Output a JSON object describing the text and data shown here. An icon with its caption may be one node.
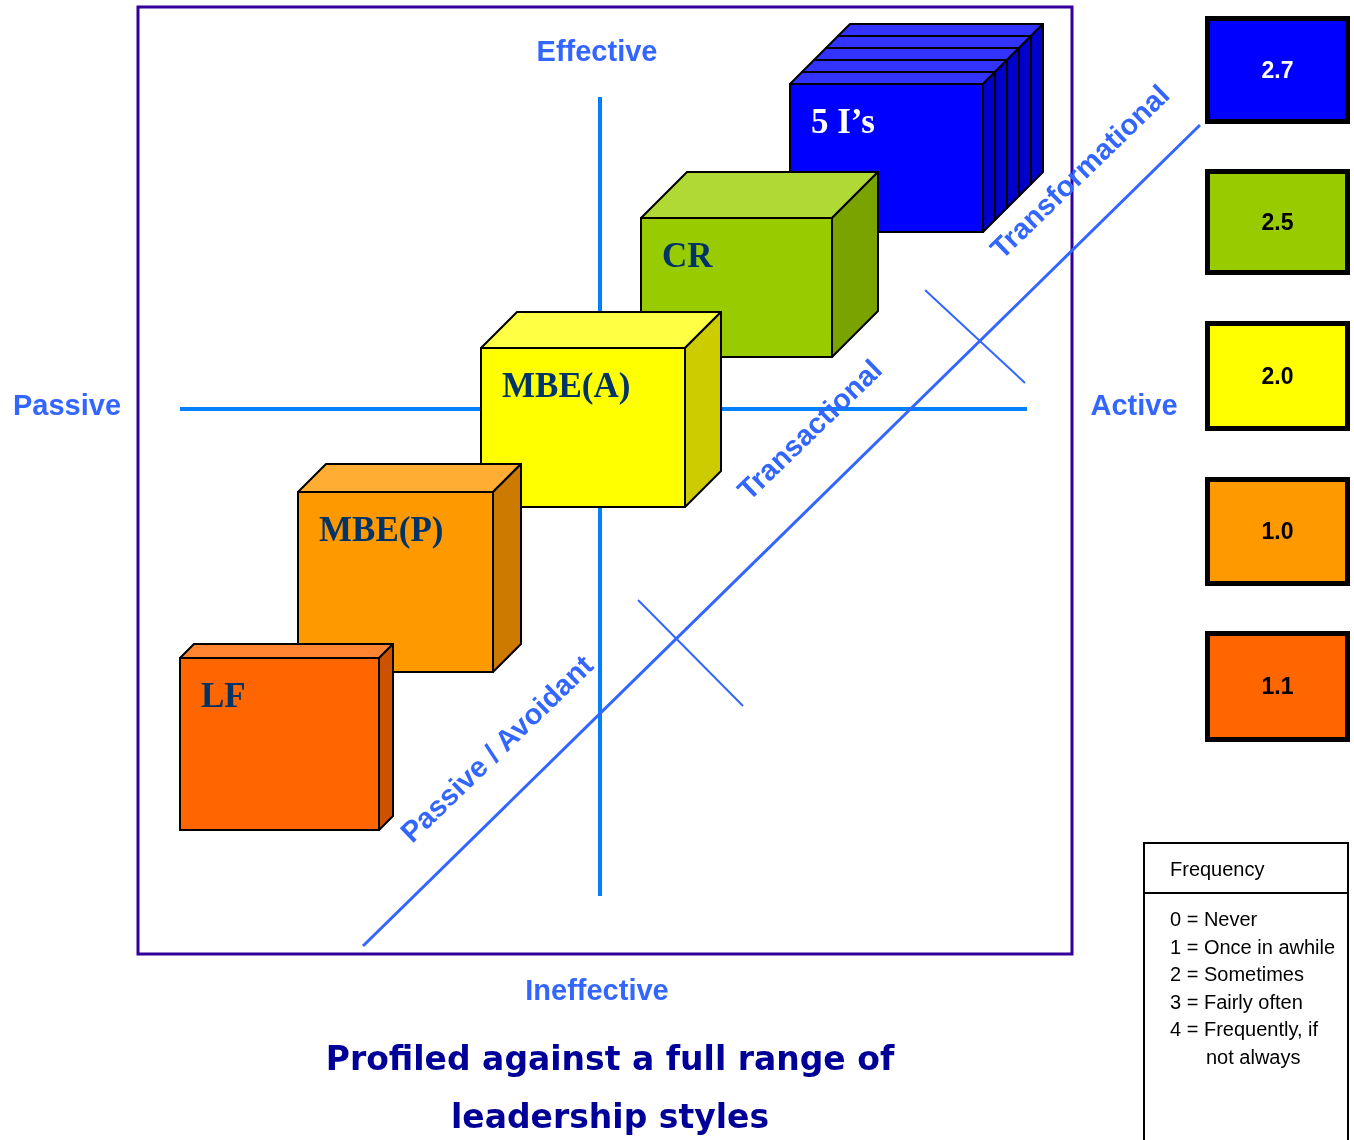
{
  "diagram": {
    "title": "Profiled against a full range of leadership styles",
    "nodes": [
      {
        "text": [
          "5 I’s"
        ]
      },
      {
        "text": [
          "CR"
        ]
      },
      {
        "text": [
          "MBE(A)"
        ]
      },
      {
        "text": [
          "MBE(P)"
        ]
      },
      {
        "text": [
          "LF"
        ]
      },
      {
        "text": [
          "2.7"
        ]
      },
      {
        "text": [
          "2.5"
        ]
      },
      {
        "text": [
          "2.0"
        ]
      },
      {
        "text": [
          "1.0"
        ]
      },
      {
        "text": [
          "1.1"
        ]
      },
      {
        "text": [
          "Frequency",
          "0 = Never",
          "1 = Once in awhile",
          "2 = Sometimes",
          "3 = Fairly often",
          "4 = Frequently, if not always"
        ]
      }
    ],
    "edges": [],
    "labels": [
      "Effective",
      "Transformational",
      "Passive",
      "Active",
      "Transactional",
      "Passive / Avoidant",
      "Ineffective"
    ]
  }
}
